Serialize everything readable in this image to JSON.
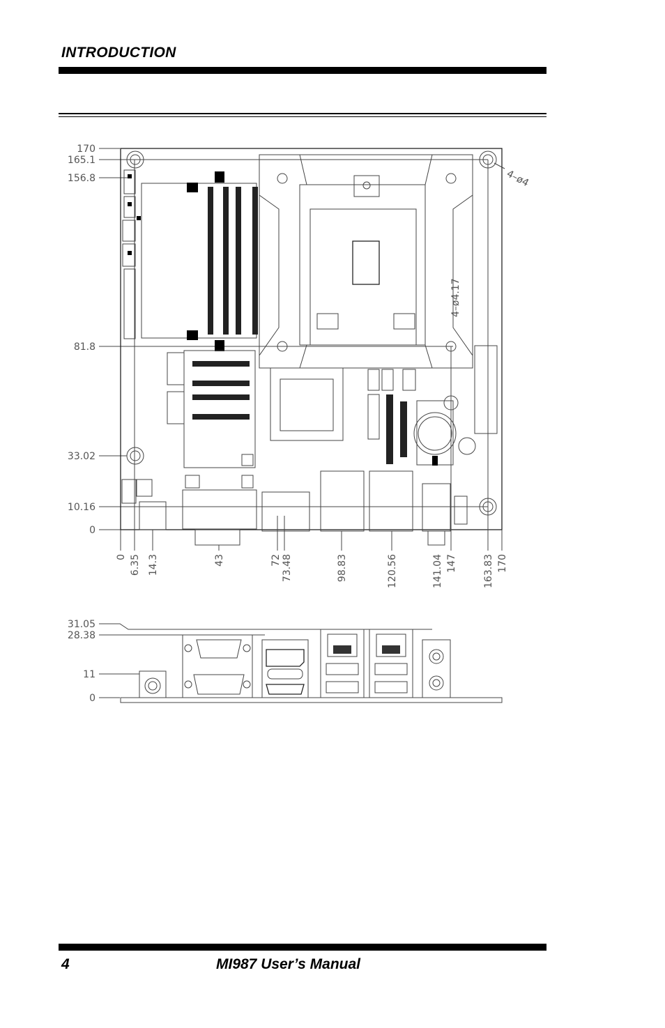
{
  "header": {
    "title": "INTRODUCTION"
  },
  "footer": {
    "page_number": "4",
    "manual_title": "MI987 User’s Manual"
  },
  "board_drawing": {
    "y_dimensions": [
      "170",
      "165.1",
      "156.8",
      "81.8",
      "33.02",
      "10.16",
      "0"
    ],
    "x_dimensions": [
      "0",
      "6.35",
      "14.3",
      "43",
      "72",
      "73.48",
      "98.83",
      "120.56",
      "141.04",
      "147",
      "163.83",
      "170"
    ],
    "hole_note": "4–ø4",
    "socket_hole_note": "4–ø4.17"
  },
  "io_drawing": {
    "y_dimensions": [
      "31.05",
      "28.38",
      "11",
      "0"
    ]
  }
}
